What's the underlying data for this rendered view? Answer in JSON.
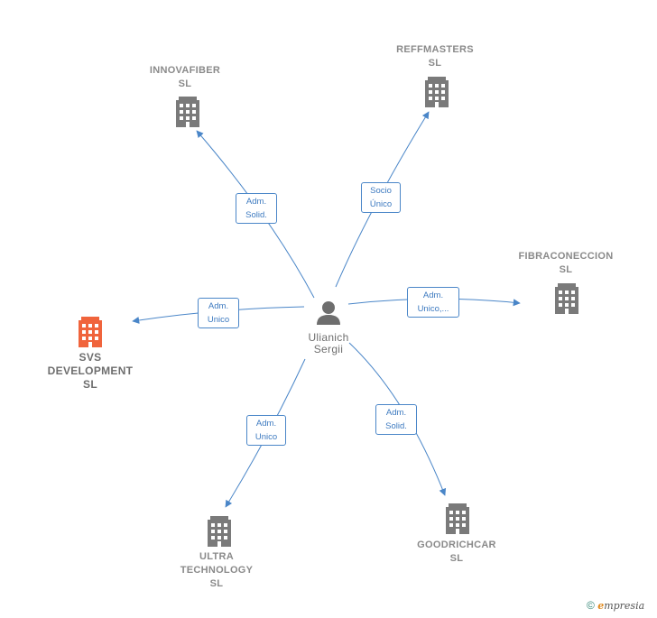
{
  "center": {
    "name_line1": "Ulianich",
    "name_line2": "Sergii",
    "icon": "person-icon"
  },
  "nodes": {
    "innovafiber": {
      "line1": "INNOVAFIBER",
      "line2": "SL",
      "icon": "building-icon"
    },
    "reffmasters": {
      "line1": "REFFMASTERS",
      "line2": "SL",
      "icon": "building-icon"
    },
    "fibraconeccion": {
      "line1": "FIBRACONECCION",
      "line2": "SL",
      "icon": "building-icon"
    },
    "svs": {
      "line1": "SVS",
      "line2": "DEVELOPMENT",
      "line3": "SL",
      "icon": "building-icon",
      "color": "#f0643c"
    },
    "ultra": {
      "line1": "ULTRA",
      "line2": "TECHNOLOGY",
      "line3": "SL",
      "icon": "building-icon"
    },
    "goodrichcar": {
      "line1": "GOODRICHCAR",
      "line2": "SL",
      "icon": "building-icon"
    }
  },
  "edges": {
    "innovafiber": {
      "line1": "Adm.",
      "line2": "Solid."
    },
    "reffmasters": {
      "line1": "Socio",
      "line2": "Único"
    },
    "fibraconeccion": {
      "line1": "Adm.",
      "line2": "Unico,..."
    },
    "svs": {
      "line1": "Adm.",
      "line2": "Unico"
    },
    "ultra": {
      "line1": "Adm.",
      "line2": "Unico"
    },
    "goodrichcar": {
      "line1": "Adm.",
      "line2": "Solid."
    }
  },
  "colors": {
    "edge": "#4a86c8",
    "building": "#7a7a7a",
    "highlight": "#f0643c"
  },
  "footer": {
    "copyright": "©",
    "brand_e": "e",
    "brand_rest": "mpresia"
  }
}
